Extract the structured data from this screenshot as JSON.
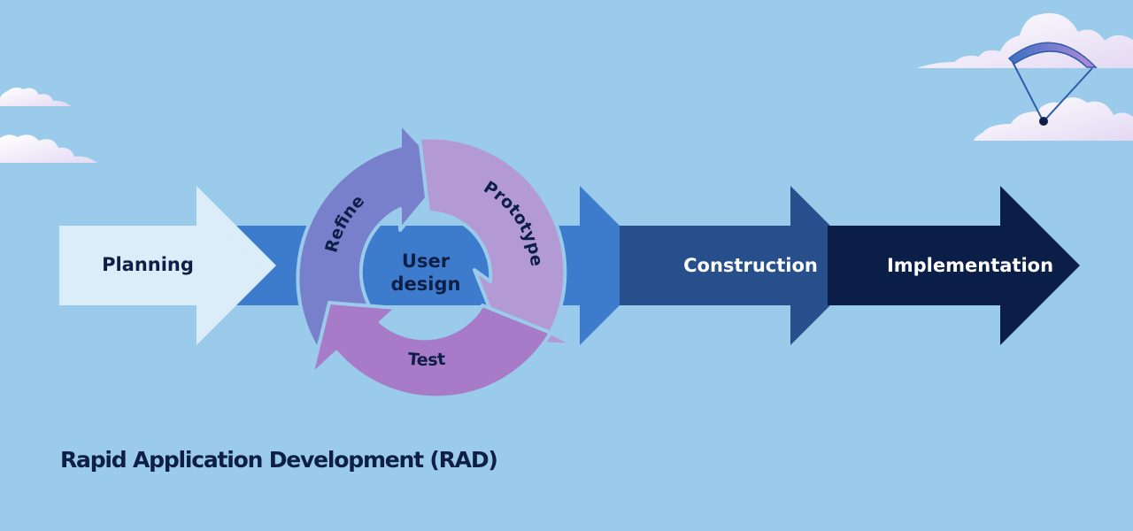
{
  "title": "Rapid Application Development (RAD)",
  "stages": {
    "planning": "Planning",
    "construction": "Construction",
    "implementation": "Implementation"
  },
  "cycle": {
    "center": [
      "User",
      "design"
    ],
    "refine": "Refine",
    "prototype": "Prototype",
    "test": "Test"
  },
  "colors": {
    "background": "#9bcbea",
    "planning": "#dcedfa",
    "connector": "#3d7ccc",
    "construction": "#264f8c",
    "implementation": "#0b1e48",
    "refine": "#7880cc",
    "prototype": "#b39ad4",
    "test": "#a87bc9",
    "text_dark": "#0d1f47"
  }
}
